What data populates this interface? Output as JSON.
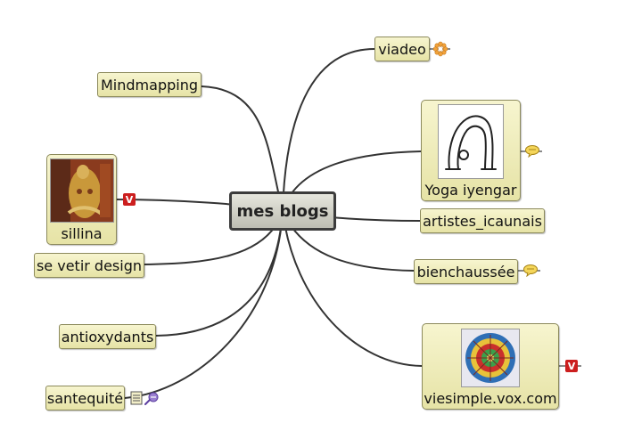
{
  "map": {
    "central": "mes blogs",
    "nodes": {
      "viadeo": "viadeo",
      "mindmapping": "Mindmapping",
      "yoga": "Yoga iyengar",
      "sillina": "sillina",
      "artistes": "artistes_icaunais",
      "vetir": "se vetir design",
      "bienchaussee": "bienchaussée",
      "antioxydants": "antioxydants",
      "viesimple": "viesimple.vox.com",
      "santequite": "santequité"
    },
    "badges": {
      "vox": "V"
    }
  },
  "colors": {
    "node_fill": "#efedbd",
    "node_border": "#8c8a5c",
    "link": "#333333",
    "vox_badge": "#cc1f1f"
  },
  "icons": [
    "flower-icon",
    "speech-bubble-icon",
    "notes-icon",
    "link-icon",
    "vox-badge-icon"
  ]
}
